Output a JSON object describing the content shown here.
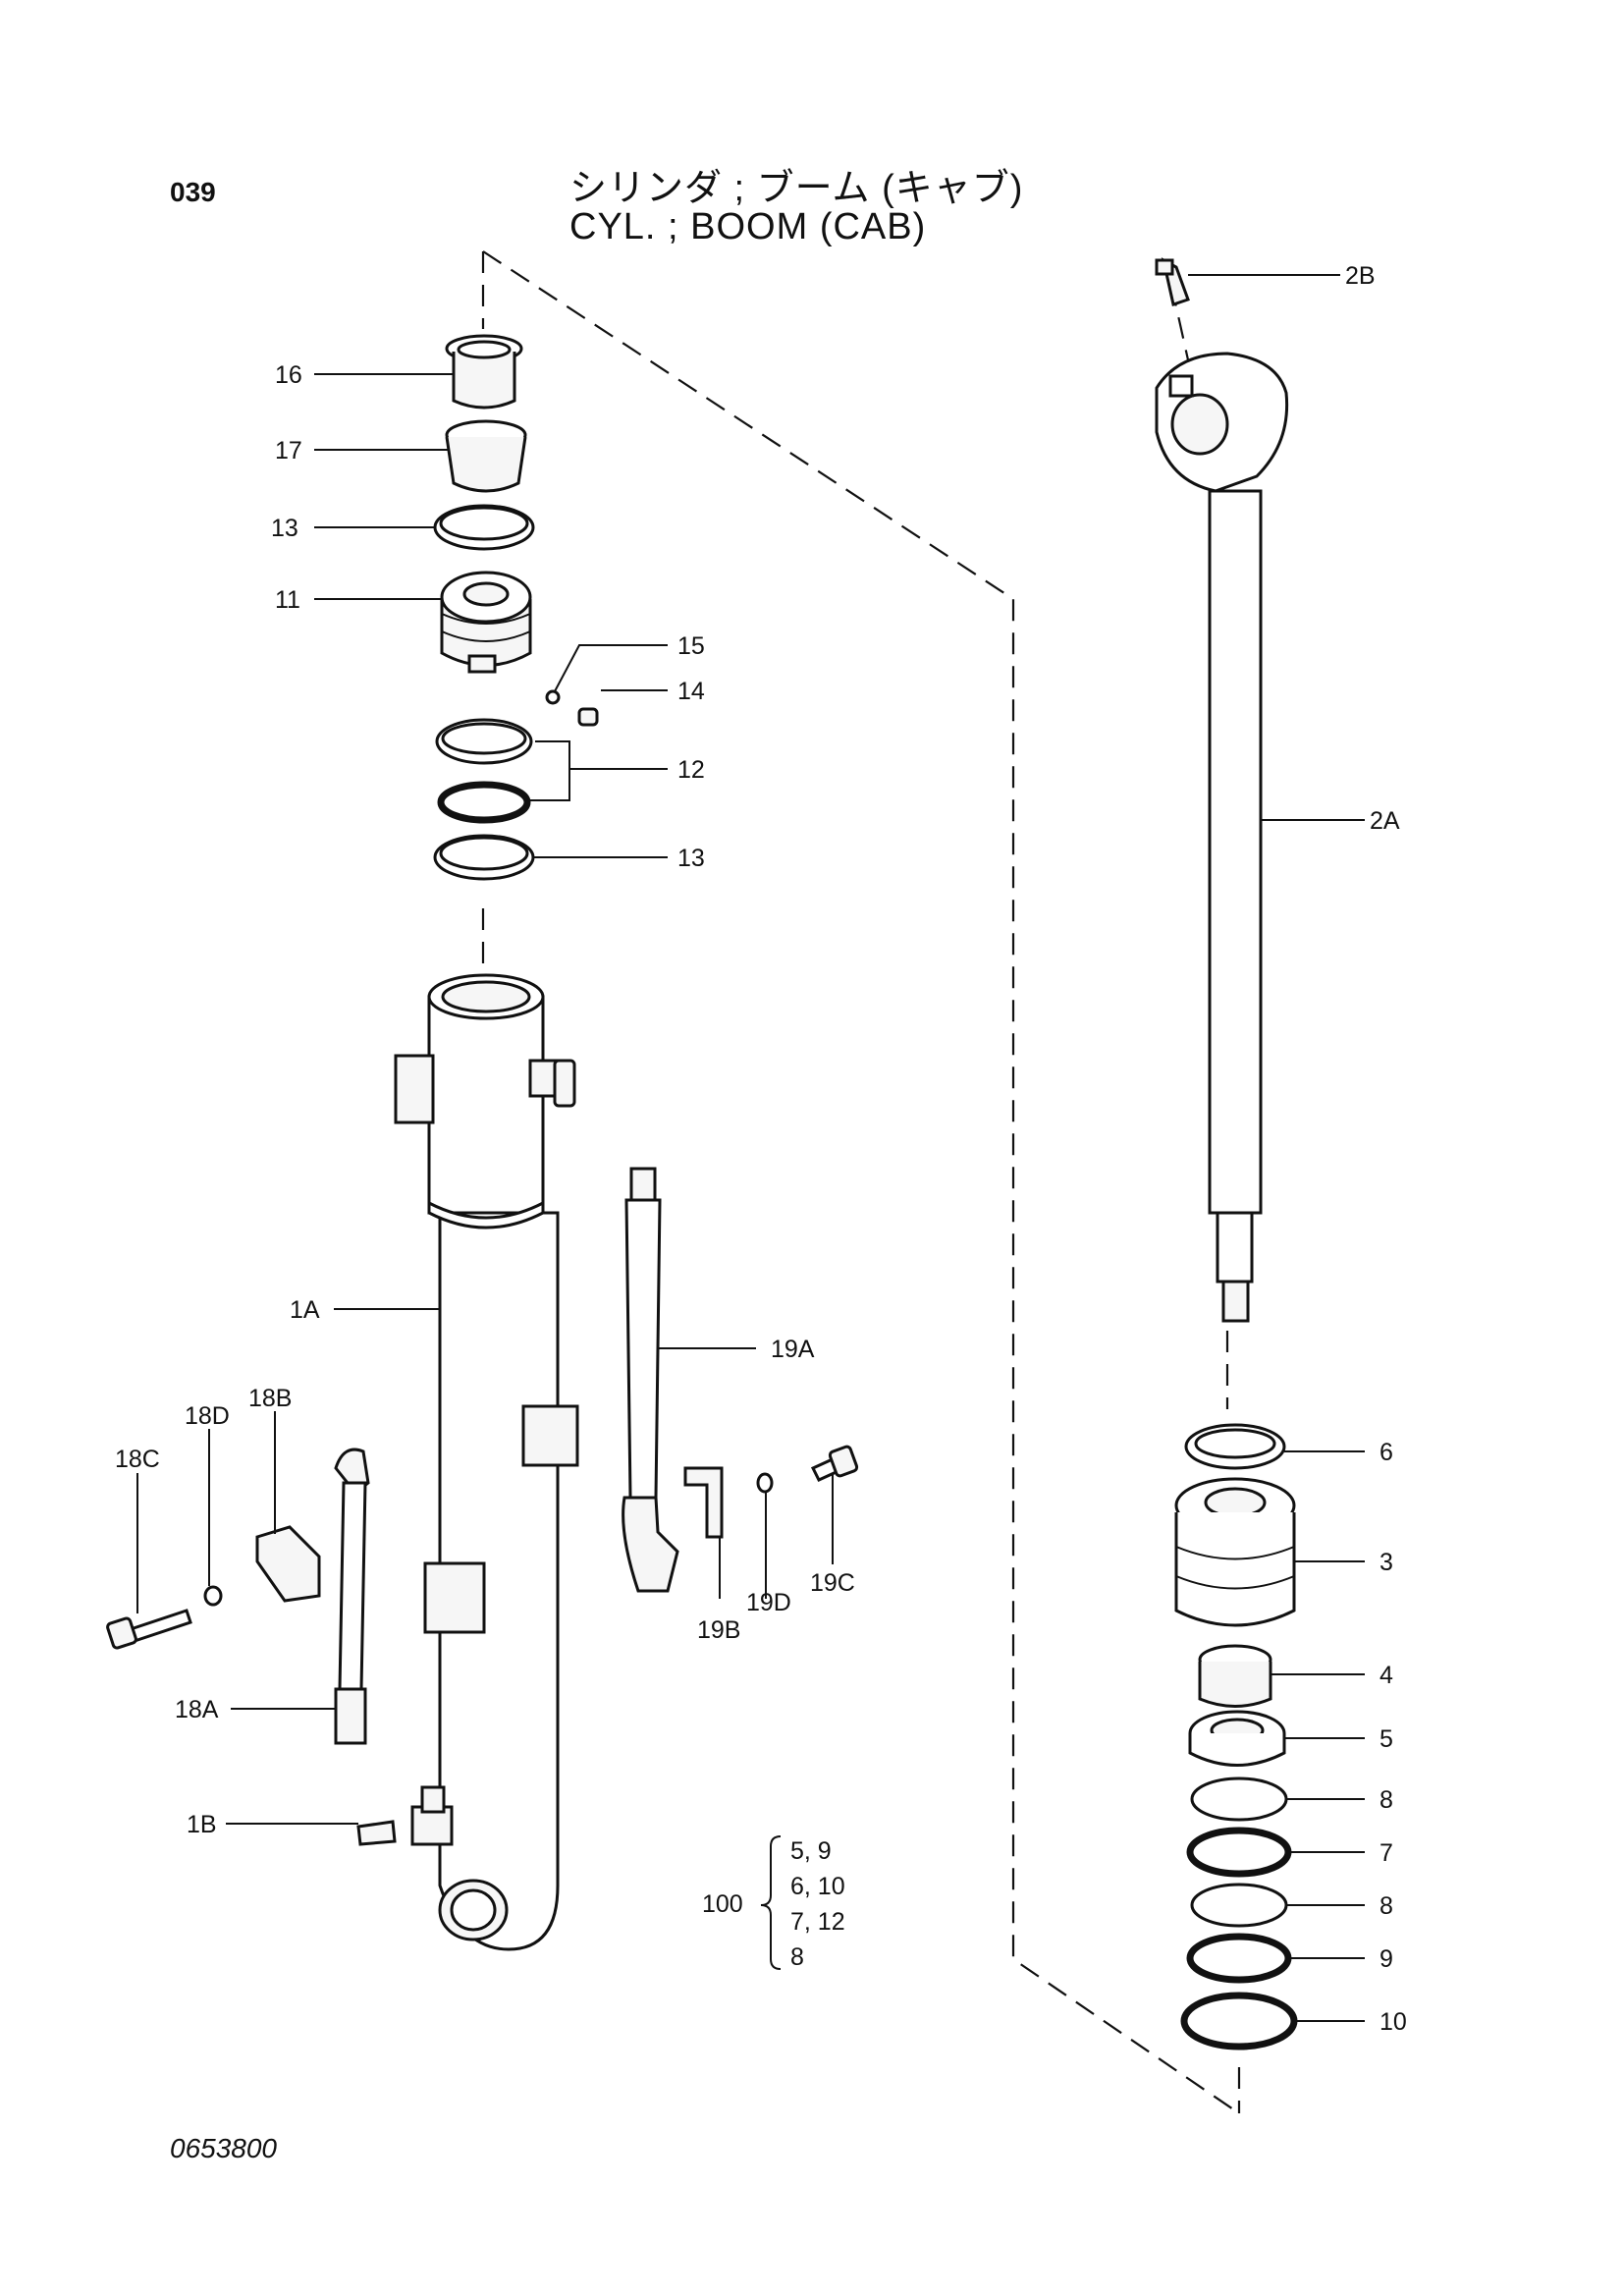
{
  "page_number": "039",
  "title": {
    "japanese": "シリンダ ; ブーム (キャブ)",
    "english": "CYL. ; BOOM (CAB)"
  },
  "drawing_number": "0653800",
  "callouts": {
    "c16": "16",
    "c17": "17",
    "c13a": "13",
    "c11": "11",
    "c15": "15",
    "c14": "14",
    "c12": "12",
    "c13b": "13",
    "c1A": "1A",
    "c19A": "19A",
    "c18B": "18B",
    "c18D": "18D",
    "c18C": "18C",
    "c18A": "18A",
    "c1B": "1B",
    "c19B": "19B",
    "c19D": "19D",
    "c19C": "19C",
    "c2B": "2B",
    "c2A": "2A",
    "c6": "6",
    "c3": "3",
    "c4": "4",
    "c5": "5",
    "c8a": "8",
    "c7": "7",
    "c8b": "8",
    "c9": "9",
    "c10": "10"
  },
  "kit": {
    "number": "100",
    "rows": [
      "5,  9",
      "6,  10",
      "7,  12",
      "8"
    ]
  }
}
